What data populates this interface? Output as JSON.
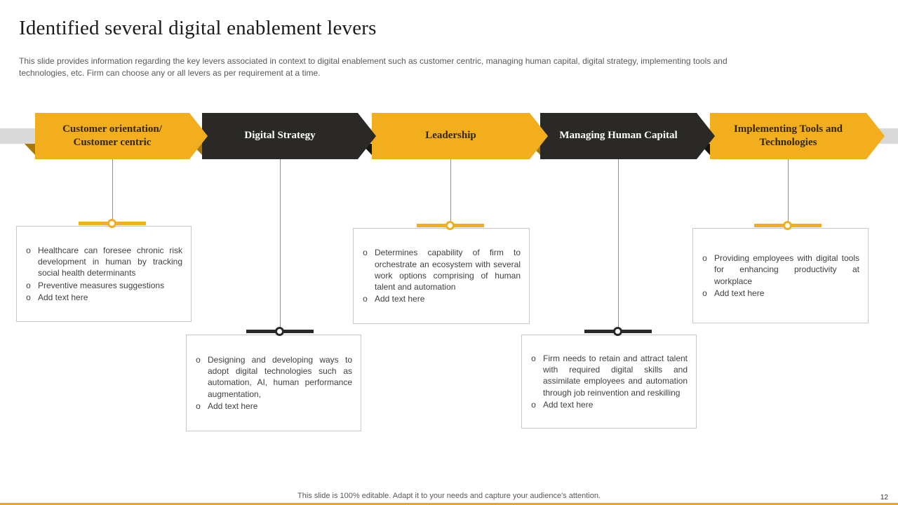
{
  "slide": {
    "title": "Identified several digital enablement levers",
    "subtitle": "This slide provides information regarding the key levers associated in context to digital enablement such as customer centric, managing human capital, digital strategy, implementing tools and technologies, etc. Firm can choose any or all levers as per requirement at a time.",
    "footer": "This slide is 100% editable.  Adapt it to your needs and capture your audience's attention.",
    "page_number": "12",
    "bullet_char": "o"
  },
  "colors": {
    "yellow": "#F2AE1C",
    "dark": "#2A2925",
    "band": "#D9D9D9",
    "accent_line": "#E9A23B"
  },
  "levers": [
    {
      "label": "Customer orientation/ Customer centric",
      "theme": "yellow",
      "bullets": [
        "Healthcare can foresee chronic risk development  in human by tracking social health determinants",
        "Preventive  measures suggestions",
        "Add text here"
      ]
    },
    {
      "label": "Digital Strategy",
      "theme": "dark",
      "bullets": [
        "Designing  and developing  ways to adopt digital technologies such as automation,  AI, human performance  augmentation,",
        "Add text here"
      ]
    },
    {
      "label": "Leadership",
      "theme": "yellow",
      "bullets": [
        "Determines  capability of firm to orchestrate an ecosystem with several  work  options comprising of human talent and automation",
        "Add text here"
      ]
    },
    {
      "label": "Managing Human Capital",
      "theme": "dark",
      "bullets": [
        "Firm needs to retain and attract talent with required  digital skills and assimilate employees and automation through job reinvention and reskilling",
        "Add text here"
      ]
    },
    {
      "label": "Implementing  Tools and Technologies",
      "theme": "yellow",
      "bullets": [
        "Providing  employees  with digital tools for enhancing productivity at workplace",
        "Add text here"
      ]
    }
  ]
}
